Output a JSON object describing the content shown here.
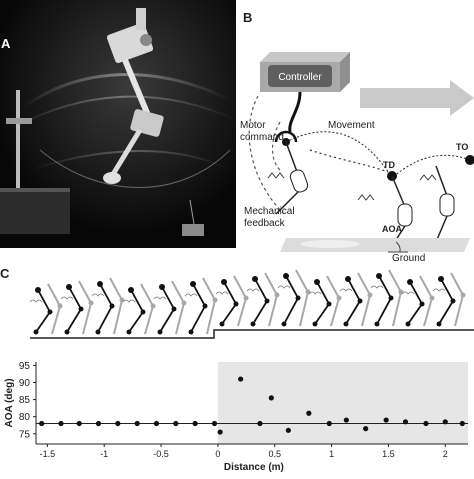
{
  "panels": {
    "a": "A",
    "b": "B",
    "c": "C"
  },
  "schematic": {
    "controller": "Controller",
    "motor_command": [
      "Motor",
      "command"
    ],
    "movement": "Movement",
    "td": "TD",
    "to": "TO",
    "mechanical_feedback": [
      "Mechanical",
      "feedback"
    ],
    "aoa": "AOA",
    "ground": "Ground",
    "colors": {
      "box_top": "#c7c7c7",
      "box_face": "#a9a9a9",
      "arrow": "#c9c9c9",
      "ground": "#dcdcdc"
    }
  },
  "strip_colors": {
    "leg_dark": "#111111",
    "leg_light": "#a8a8a8"
  },
  "chart_data": {
    "type": "scatter",
    "xlabel": "Distance (m)",
    "ylabel": "AOA (deg)",
    "xlim": [
      -1.6,
      2.2
    ],
    "ylim": [
      72,
      96
    ],
    "xticks": [
      -1.5,
      -1,
      -0.5,
      0,
      0.5,
      1,
      1.5,
      2
    ],
    "xtick_labels": [
      "-1.5",
      "-1",
      "-0.5",
      "0",
      "0.5",
      "1",
      "1.5",
      "2"
    ],
    "yticks": [
      75,
      80,
      85,
      90,
      95
    ],
    "ytick_labels": [
      "75",
      "80",
      "85",
      "90",
      "95"
    ],
    "reference_line": 78,
    "shaded_from_x": 0,
    "shade_color": "#e6e6e6",
    "grid": false,
    "points": [
      {
        "x": -1.55,
        "y": 78
      },
      {
        "x": -1.38,
        "y": 78
      },
      {
        "x": -1.22,
        "y": 78
      },
      {
        "x": -1.05,
        "y": 78
      },
      {
        "x": -0.88,
        "y": 78
      },
      {
        "x": -0.71,
        "y": 78
      },
      {
        "x": -0.54,
        "y": 78
      },
      {
        "x": -0.37,
        "y": 78
      },
      {
        "x": -0.2,
        "y": 78
      },
      {
        "x": -0.03,
        "y": 78
      },
      {
        "x": 0.02,
        "y": 75.5
      },
      {
        "x": 0.2,
        "y": 91
      },
      {
        "x": 0.37,
        "y": 78
      },
      {
        "x": 0.47,
        "y": 85.5
      },
      {
        "x": 0.62,
        "y": 76
      },
      {
        "x": 0.8,
        "y": 81
      },
      {
        "x": 0.98,
        "y": 78
      },
      {
        "x": 1.13,
        "y": 79
      },
      {
        "x": 1.3,
        "y": 76.5
      },
      {
        "x": 1.48,
        "y": 79
      },
      {
        "x": 1.65,
        "y": 78.5
      },
      {
        "x": 1.83,
        "y": 78
      },
      {
        "x": 2.0,
        "y": 78.5
      },
      {
        "x": 2.15,
        "y": 78
      }
    ]
  }
}
